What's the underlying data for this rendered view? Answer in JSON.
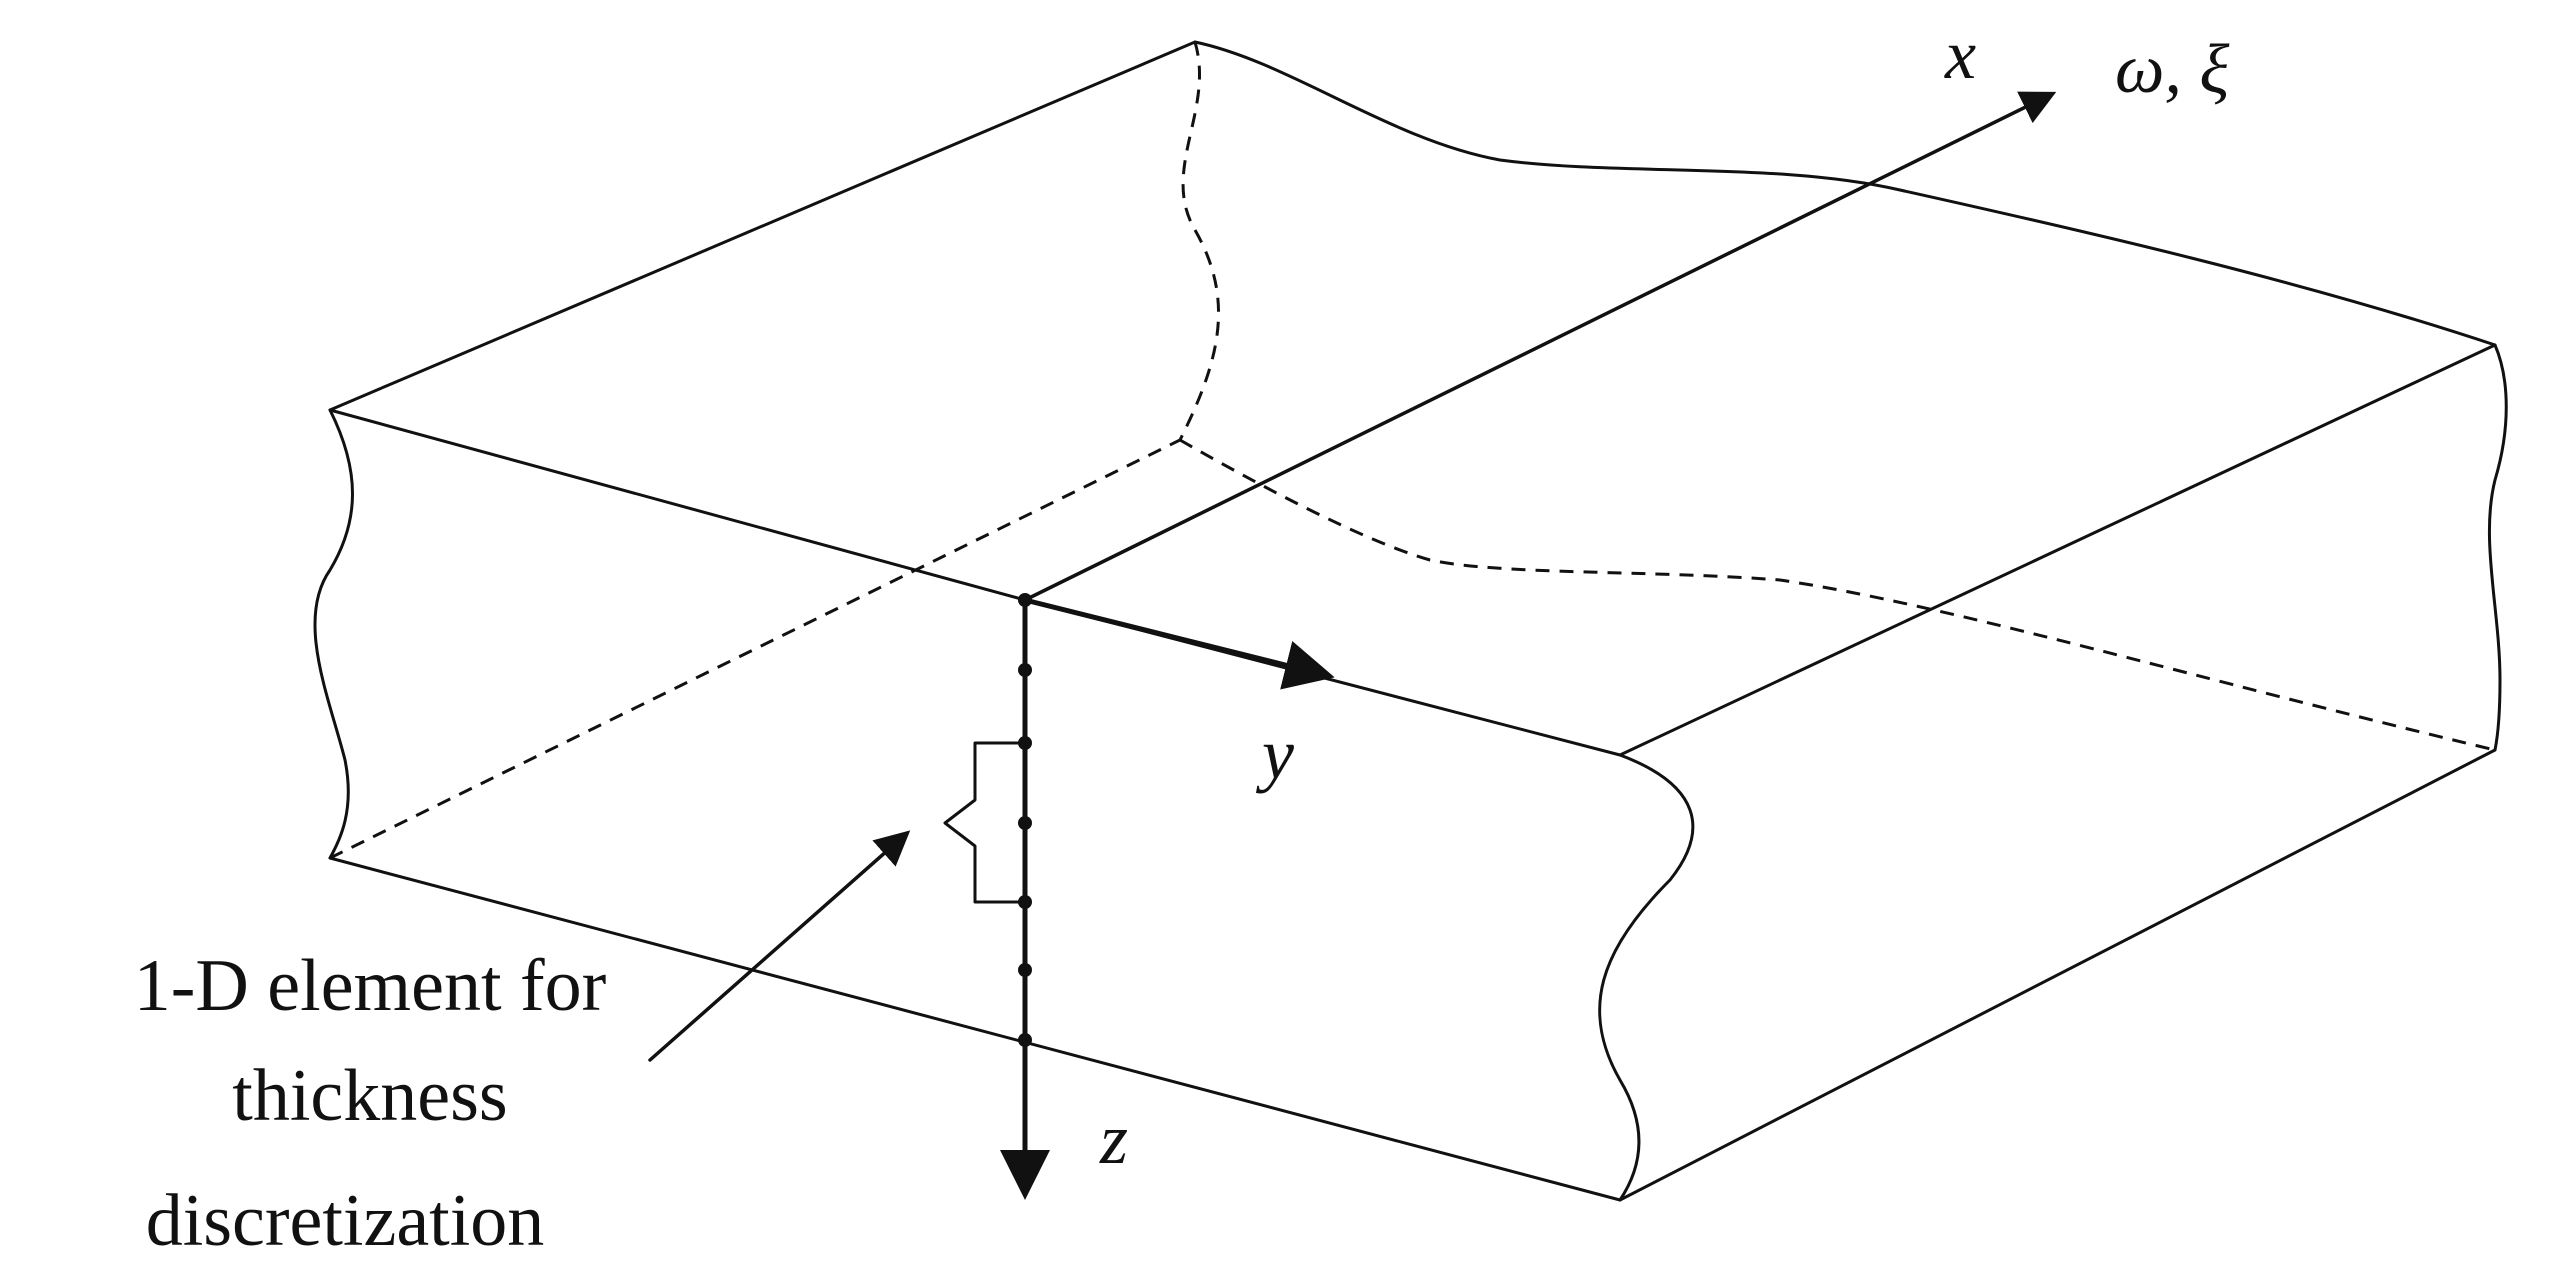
{
  "diagram": {
    "axes": {
      "x": "x",
      "y": "y",
      "z": "z",
      "omega_xi": "ω, ξ"
    },
    "callout_lines": [
      "1-D element for",
      "thickness",
      "discretization"
    ]
  }
}
